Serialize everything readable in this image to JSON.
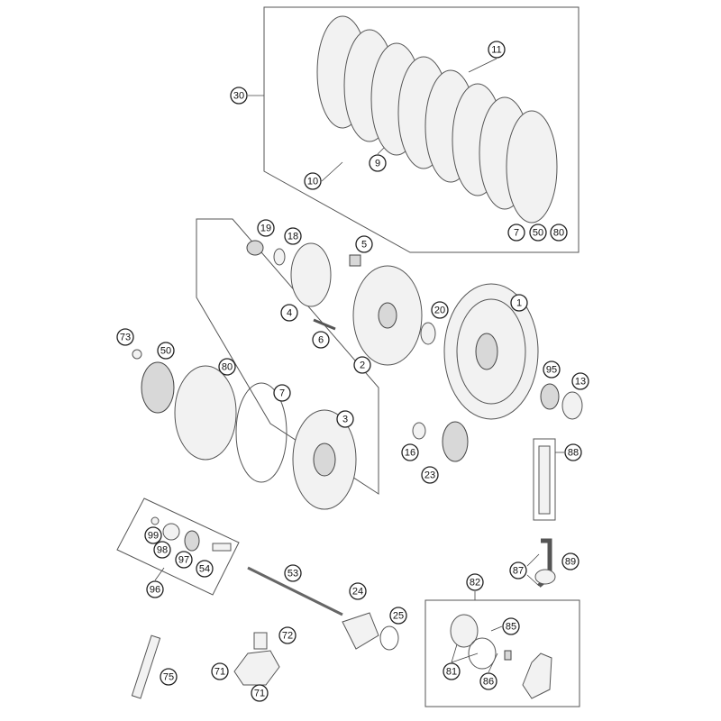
{
  "title": "Clutch exploded parts diagram",
  "callouts": [
    {
      "id": "c30",
      "text": "30"
    },
    {
      "id": "c11",
      "text": "11"
    },
    {
      "id": "c9",
      "text": "9"
    },
    {
      "id": "c10",
      "text": "10"
    },
    {
      "id": "c7a",
      "text": "7"
    },
    {
      "id": "c50a",
      "text": "50"
    },
    {
      "id": "c80a",
      "text": "80"
    },
    {
      "id": "c19",
      "text": "19"
    },
    {
      "id": "c18",
      "text": "18"
    },
    {
      "id": "c5",
      "text": "5"
    },
    {
      "id": "c4",
      "text": "4"
    },
    {
      "id": "c6",
      "text": "6"
    },
    {
      "id": "c2",
      "text": "2"
    },
    {
      "id": "c20",
      "text": "20"
    },
    {
      "id": "c1",
      "text": "1"
    },
    {
      "id": "c73",
      "text": "73"
    },
    {
      "id": "c50b",
      "text": "50"
    },
    {
      "id": "c80b",
      "text": "80"
    },
    {
      "id": "c7b",
      "text": "7"
    },
    {
      "id": "c3",
      "text": "3"
    },
    {
      "id": "c95",
      "text": "95"
    },
    {
      "id": "c13",
      "text": "13"
    },
    {
      "id": "c16",
      "text": "16"
    },
    {
      "id": "c23",
      "text": "23"
    },
    {
      "id": "c88",
      "text": "88"
    },
    {
      "id": "c99",
      "text": "99"
    },
    {
      "id": "c98",
      "text": "98"
    },
    {
      "id": "c97",
      "text": "97"
    },
    {
      "id": "c54",
      "text": "54"
    },
    {
      "id": "c96",
      "text": "96"
    },
    {
      "id": "c53",
      "text": "53"
    },
    {
      "id": "c24",
      "text": "24"
    },
    {
      "id": "c25",
      "text": "25"
    },
    {
      "id": "c82",
      "text": "82"
    },
    {
      "id": "c85",
      "text": "85"
    },
    {
      "id": "c81",
      "text": "81"
    },
    {
      "id": "c86",
      "text": "86"
    },
    {
      "id": "c87",
      "text": "87"
    },
    {
      "id": "c89",
      "text": "89"
    },
    {
      "id": "c72",
      "text": "72"
    },
    {
      "id": "c71a",
      "text": "71"
    },
    {
      "id": "c71b",
      "text": "71"
    },
    {
      "id": "c75",
      "text": "75"
    }
  ]
}
